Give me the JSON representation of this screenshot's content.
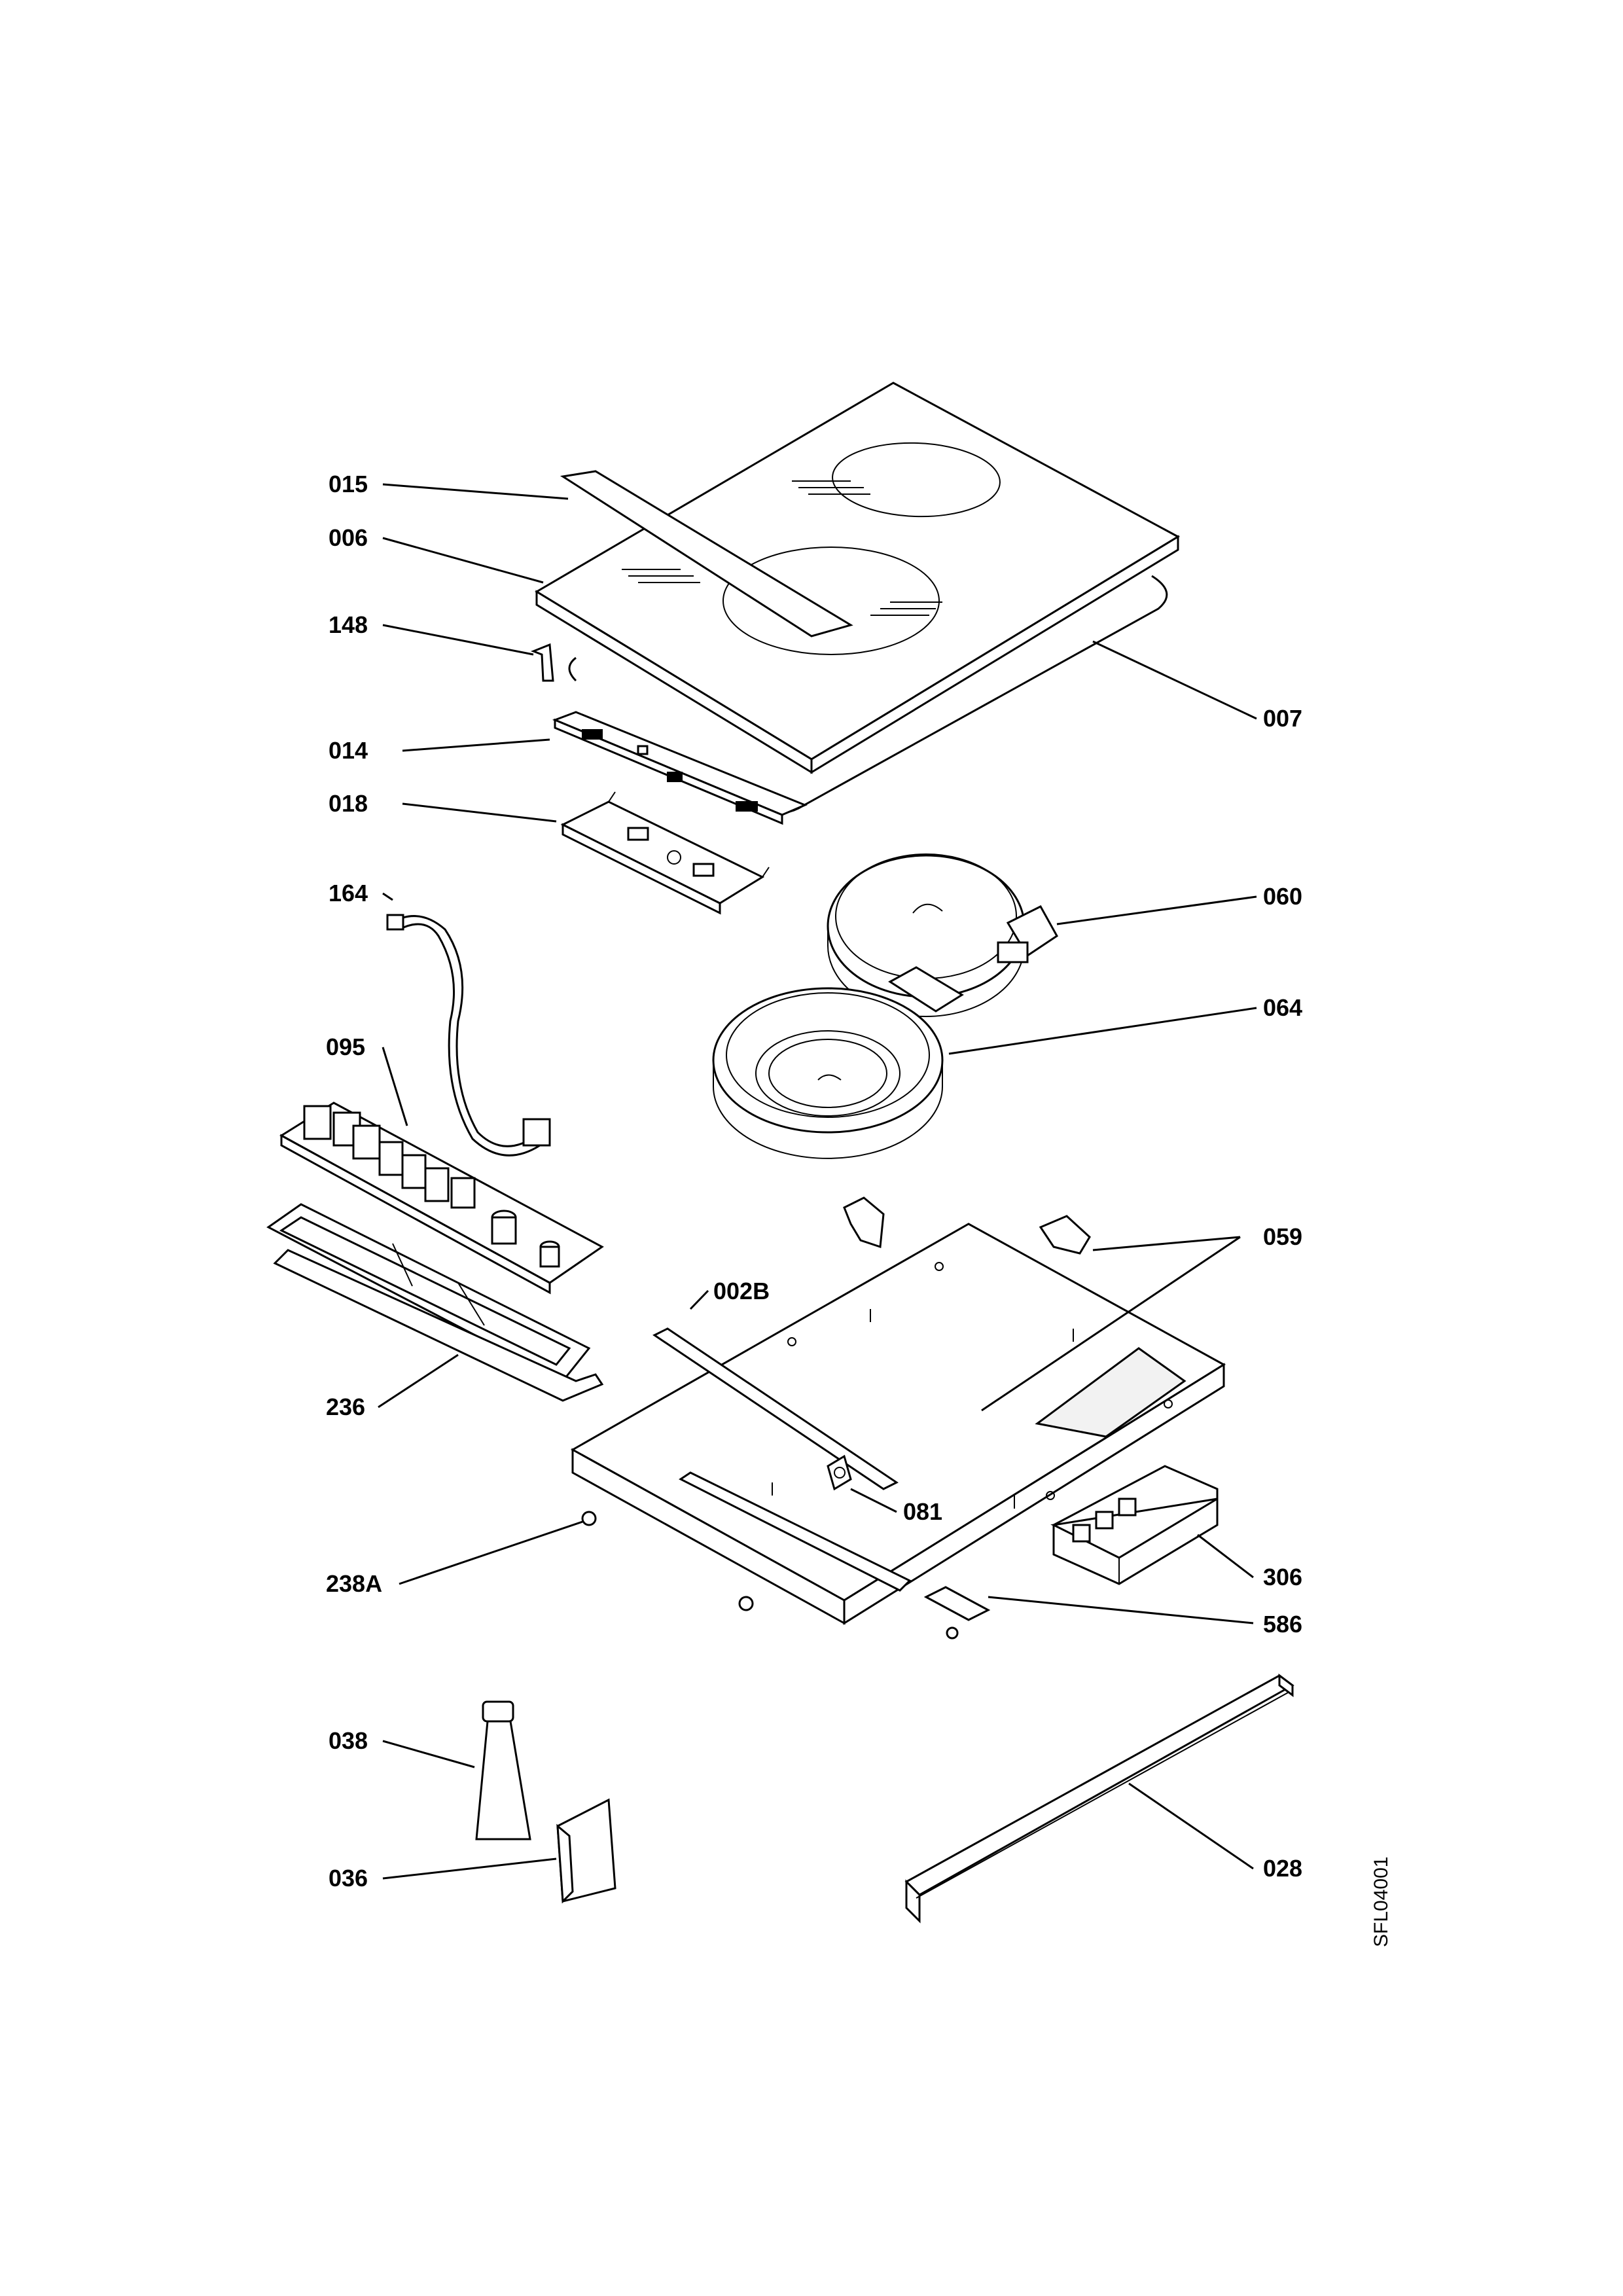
{
  "diagram": {
    "drawing_code": "SFL04001",
    "parts": [
      {
        "id": "015"
      },
      {
        "id": "006"
      },
      {
        "id": "148"
      },
      {
        "id": "014"
      },
      {
        "id": "018"
      },
      {
        "id": "164"
      },
      {
        "id": "095"
      },
      {
        "id": "236"
      },
      {
        "id": "238A"
      },
      {
        "id": "038"
      },
      {
        "id": "036"
      },
      {
        "id": "007"
      },
      {
        "id": "060"
      },
      {
        "id": "064"
      },
      {
        "id": "059"
      },
      {
        "id": "002B"
      },
      {
        "id": "081"
      },
      {
        "id": "306"
      },
      {
        "id": "586"
      },
      {
        "id": "028"
      }
    ]
  }
}
